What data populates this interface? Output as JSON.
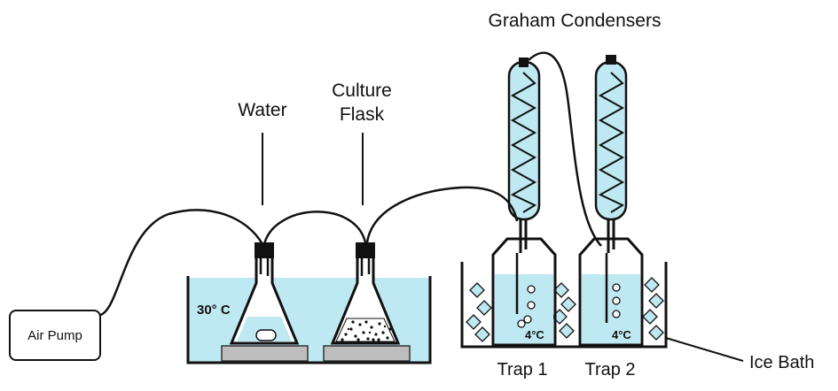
{
  "labels": {
    "graham_condensers": "Graham Condensers",
    "water": "Water",
    "culture_flask_line1": "Culture",
    "culture_flask_line2": "Flask",
    "air_pump": "Air Pump",
    "bath_temp": "30° C",
    "trap1_temp": "4°C",
    "trap2_temp": "4°C",
    "trap1": "Trap 1",
    "trap2": "Trap 2",
    "ice_bath": "Ice Bath"
  },
  "colors": {
    "water": "#bfe9f2",
    "condenser": "#bfe9f2",
    "line": "#111111",
    "plate": "#bdbdbd"
  }
}
